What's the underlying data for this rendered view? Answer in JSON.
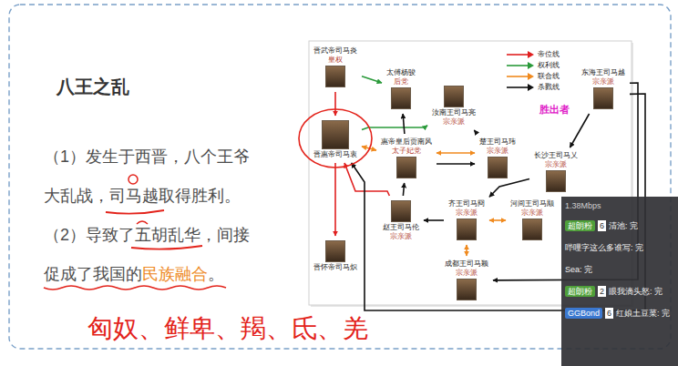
{
  "diagram": {
    "title": "八王之乱",
    "nodes": [
      {
        "text": [
          "晋武帝司马炎",
          "皇权"
        ]
      },
      {
        "text": [
          "太傅杨骏",
          "后党"
        ]
      },
      {
        "text": [
          "汝南王司马亮",
          "宗亲派"
        ]
      },
      {
        "text": [
          "惠帝皇后贾南风",
          "太子妃党"
        ]
      },
      {
        "text": [
          "楚王司马玮",
          "宗亲派"
        ]
      },
      {
        "text": [
          "晋惠帝司马衷"
        ]
      },
      {
        "text": [
          "赵王司马伦",
          "宗亲派"
        ]
      },
      {
        "text": [
          "齐王司马冏",
          "宗亲派"
        ]
      },
      {
        "text": [
          "河间王司马颙",
          "宗亲派"
        ]
      },
      {
        "text": [
          "长沙王司马乂",
          "宗亲派"
        ]
      },
      {
        "text": [
          "东海王司马越",
          "宗亲派"
        ]
      },
      {
        "text": [
          "成都王司马颖",
          "宗亲派"
        ]
      },
      {
        "text": [
          "晋怀帝司马炽"
        ]
      }
    ],
    "edges": [
      {
        "from": 0,
        "to": 5,
        "arrow": "to"
      },
      {
        "from": 0,
        "to": 1,
        "arrow": "to"
      },
      {
        "from": 5,
        "to": 2,
        "arrow": "to"
      },
      {
        "from": 3,
        "to": 1,
        "arrow": "to"
      },
      {
        "from": 5,
        "to": 3,
        "arrow": "both"
      },
      {
        "from": 3,
        "to": 4,
        "arrow": "both"
      },
      {
        "from": 3,
        "to": 4,
        "arrow": "to"
      },
      {
        "from": 4,
        "to": 2,
        "arrow": "to"
      },
      {
        "from": 6,
        "to": 3,
        "arrow": "to"
      },
      {
        "from": 6,
        "to": 5,
        "arrow": "to"
      },
      {
        "from": 7,
        "to": 6,
        "arrow": "to"
      },
      {
        "from": 11,
        "to": 7,
        "arrow": "both"
      },
      {
        "from": 8,
        "to": 7,
        "arrow": "both"
      },
      {
        "from": 9,
        "to": 7,
        "arrow": "to"
      },
      {
        "from": 10,
        "to": 9,
        "arrow": "to"
      },
      {
        "from": 10,
        "to": 11,
        "arrow": "to"
      },
      {
        "from": 10,
        "to": 5,
        "arrow": "to"
      },
      {
        "from": 5,
        "to": 12,
        "arrow": "to"
      }
    ],
    "labels": [
      "（1）发生于西晋，八个王爷大乱战，司马越取得胜利。",
      "（2）导致了五胡乱华，间接促成了我国的",
      "民族融合",
      "。",
      "匈奴、鲜卑、羯、氐、羌",
      "胜出者",
      "1.38Mbps",
      "超朗粉",
      "6",
      "清池: 完",
      "哔哩字这么多谁写: 完",
      "Sea: 完",
      "超朗粉",
      "2",
      "眼我滴头怒: 完",
      "GGBond",
      "6",
      "红娘土豆菜: 完"
    ],
    "legend": [
      {
        "text": "帝位线",
        "color": "#e02020"
      },
      {
        "text": "权利线",
        "color": "#2a9a3a"
      },
      {
        "text": "联合线",
        "color": "#f08a1e"
      },
      {
        "text": "杀戮线",
        "color": "#111111"
      }
    ]
  }
}
